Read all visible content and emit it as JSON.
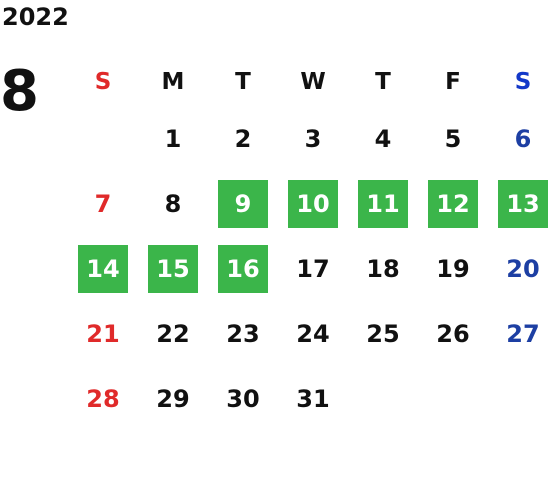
{
  "year": "2022",
  "month": "8",
  "weekdays": [
    "S",
    "M",
    "T",
    "W",
    "T",
    "F",
    "S"
  ],
  "colors": {
    "sunday": "#e02a2a",
    "saturday": "#1d3fa3",
    "highlight": "#3bb54a"
  },
  "weeks": [
    [
      "",
      "1",
      "2",
      "3",
      "4",
      "5",
      "6"
    ],
    [
      "7",
      "8",
      "9",
      "10",
      "11",
      "12",
      "13"
    ],
    [
      "14",
      "15",
      "16",
      "17",
      "18",
      "19",
      "20"
    ],
    [
      "21",
      "22",
      "23",
      "24",
      "25",
      "26",
      "27"
    ],
    [
      "28",
      "29",
      "30",
      "31",
      "",
      "",
      ""
    ]
  ],
  "highlighted_days": [
    "9",
    "10",
    "11",
    "12",
    "13",
    "14",
    "15",
    "16"
  ]
}
